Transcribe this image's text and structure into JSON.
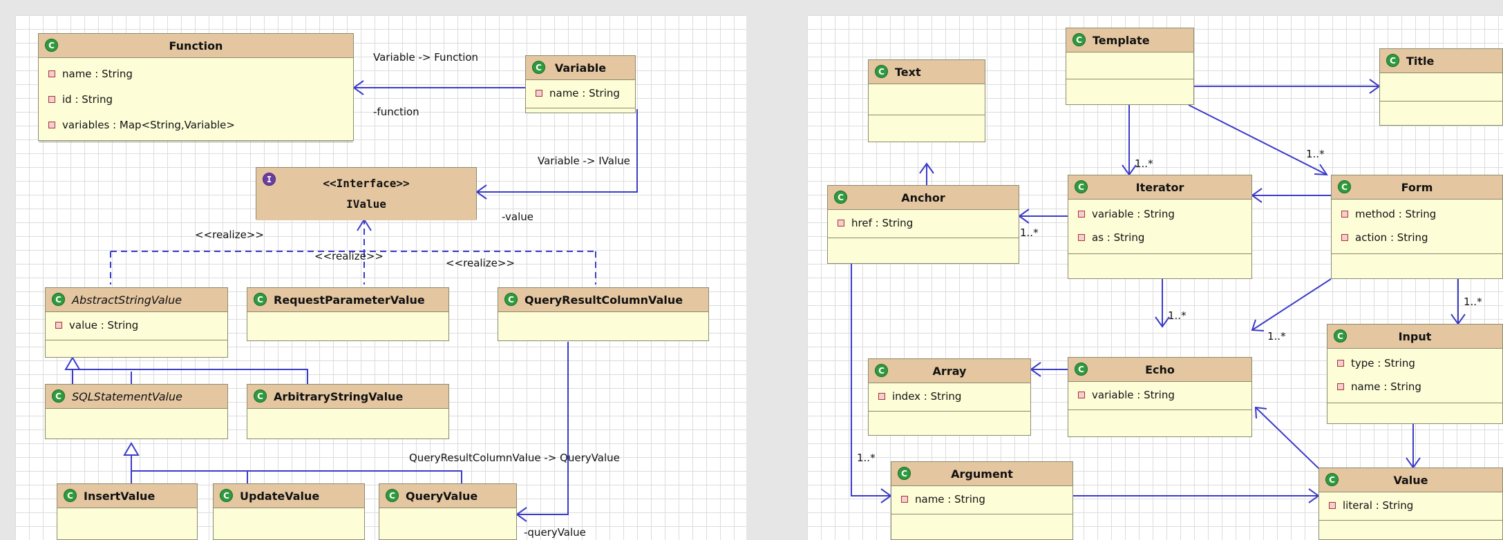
{
  "left": {
    "classes": {
      "function": {
        "name": "Function",
        "attrs": [
          "name : String",
          "id : String",
          "variables : Map<String,Variable>"
        ]
      },
      "variable": {
        "name": "Variable",
        "attrs": [
          "name : String"
        ]
      },
      "ivalue": {
        "stereotype": "<<Interface>>",
        "name": "IValue"
      },
      "abstract_string_value": {
        "name": "AbstractStringValue",
        "attrs": [
          "value : String"
        ]
      },
      "request_parameter_value": {
        "name": "RequestParameterValue"
      },
      "query_result_column_value": {
        "name": "QueryResultColumnValue"
      },
      "sql_statement_value": {
        "name": "SQLStatementValue"
      },
      "arbitrary_string_value": {
        "name": "ArbitraryStringValue"
      },
      "insert_value": {
        "name": "InsertValue"
      },
      "update_value": {
        "name": "UpdateValue"
      },
      "query_value": {
        "name": "QueryValue"
      }
    },
    "labels": {
      "variable_to_function": "Variable -> Function",
      "function_role": "-function",
      "variable_to_ivalue": "Variable -> IValue",
      "value_role": "-value",
      "realize_1": "<<realize>>",
      "realize_2": "<<realize>>",
      "realize_3": "<<realize>>",
      "qrcv_to_qv": "QueryResultColumnValue -> QueryValue",
      "query_value_role": "-queryValue"
    }
  },
  "right": {
    "classes": {
      "template": {
        "name": "Template"
      },
      "text": {
        "name": "Text"
      },
      "title": {
        "name": "Title"
      },
      "anchor": {
        "name": "Anchor",
        "attrs": [
          "href : String"
        ]
      },
      "iterator": {
        "name": "Iterator",
        "attrs": [
          "variable : String",
          "as : String"
        ]
      },
      "form": {
        "name": "Form",
        "attrs": [
          "method : String",
          "action : String"
        ]
      },
      "array": {
        "name": "Array",
        "attrs": [
          "index : String"
        ]
      },
      "echo": {
        "name": "Echo",
        "attrs": [
          "variable : String"
        ]
      },
      "input": {
        "name": "Input",
        "attrs": [
          "type : String",
          "name : String"
        ]
      },
      "argument": {
        "name": "Argument",
        "attrs": [
          "name : String"
        ]
      },
      "value": {
        "name": "Value",
        "attrs": [
          "literal : String"
        ]
      }
    },
    "multiplicities": {
      "template_iterator": "1..*",
      "template_form": "1..*",
      "iterator_anchor": "1..*",
      "iterator_echo": "1..*",
      "form_echo": "1..*",
      "form_input": "1..*",
      "anchor_argument": "1..*"
    }
  }
}
